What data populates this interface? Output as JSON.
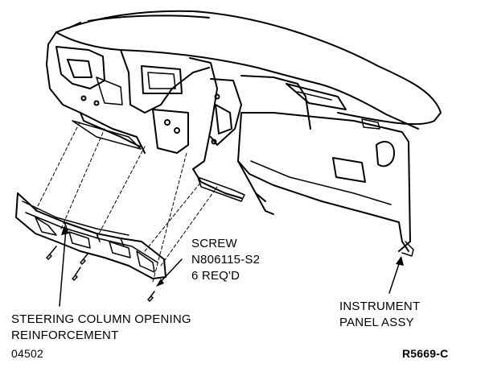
{
  "labels": {
    "screw_line1": "SCREW",
    "screw_line2": "N806115-S2",
    "screw_line3": "6 REQ'D",
    "steering_line1": "STEERING COLUMN OPENING",
    "steering_line2": "REINFORCEMENT",
    "instrument_line1": "INSTRUMENT",
    "instrument_line2": "PANEL ASSY",
    "figure_code": "04502",
    "reference_code": "R5669-C"
  },
  "colors": {
    "ink": "#000000",
    "paper": "#ffffff"
  }
}
